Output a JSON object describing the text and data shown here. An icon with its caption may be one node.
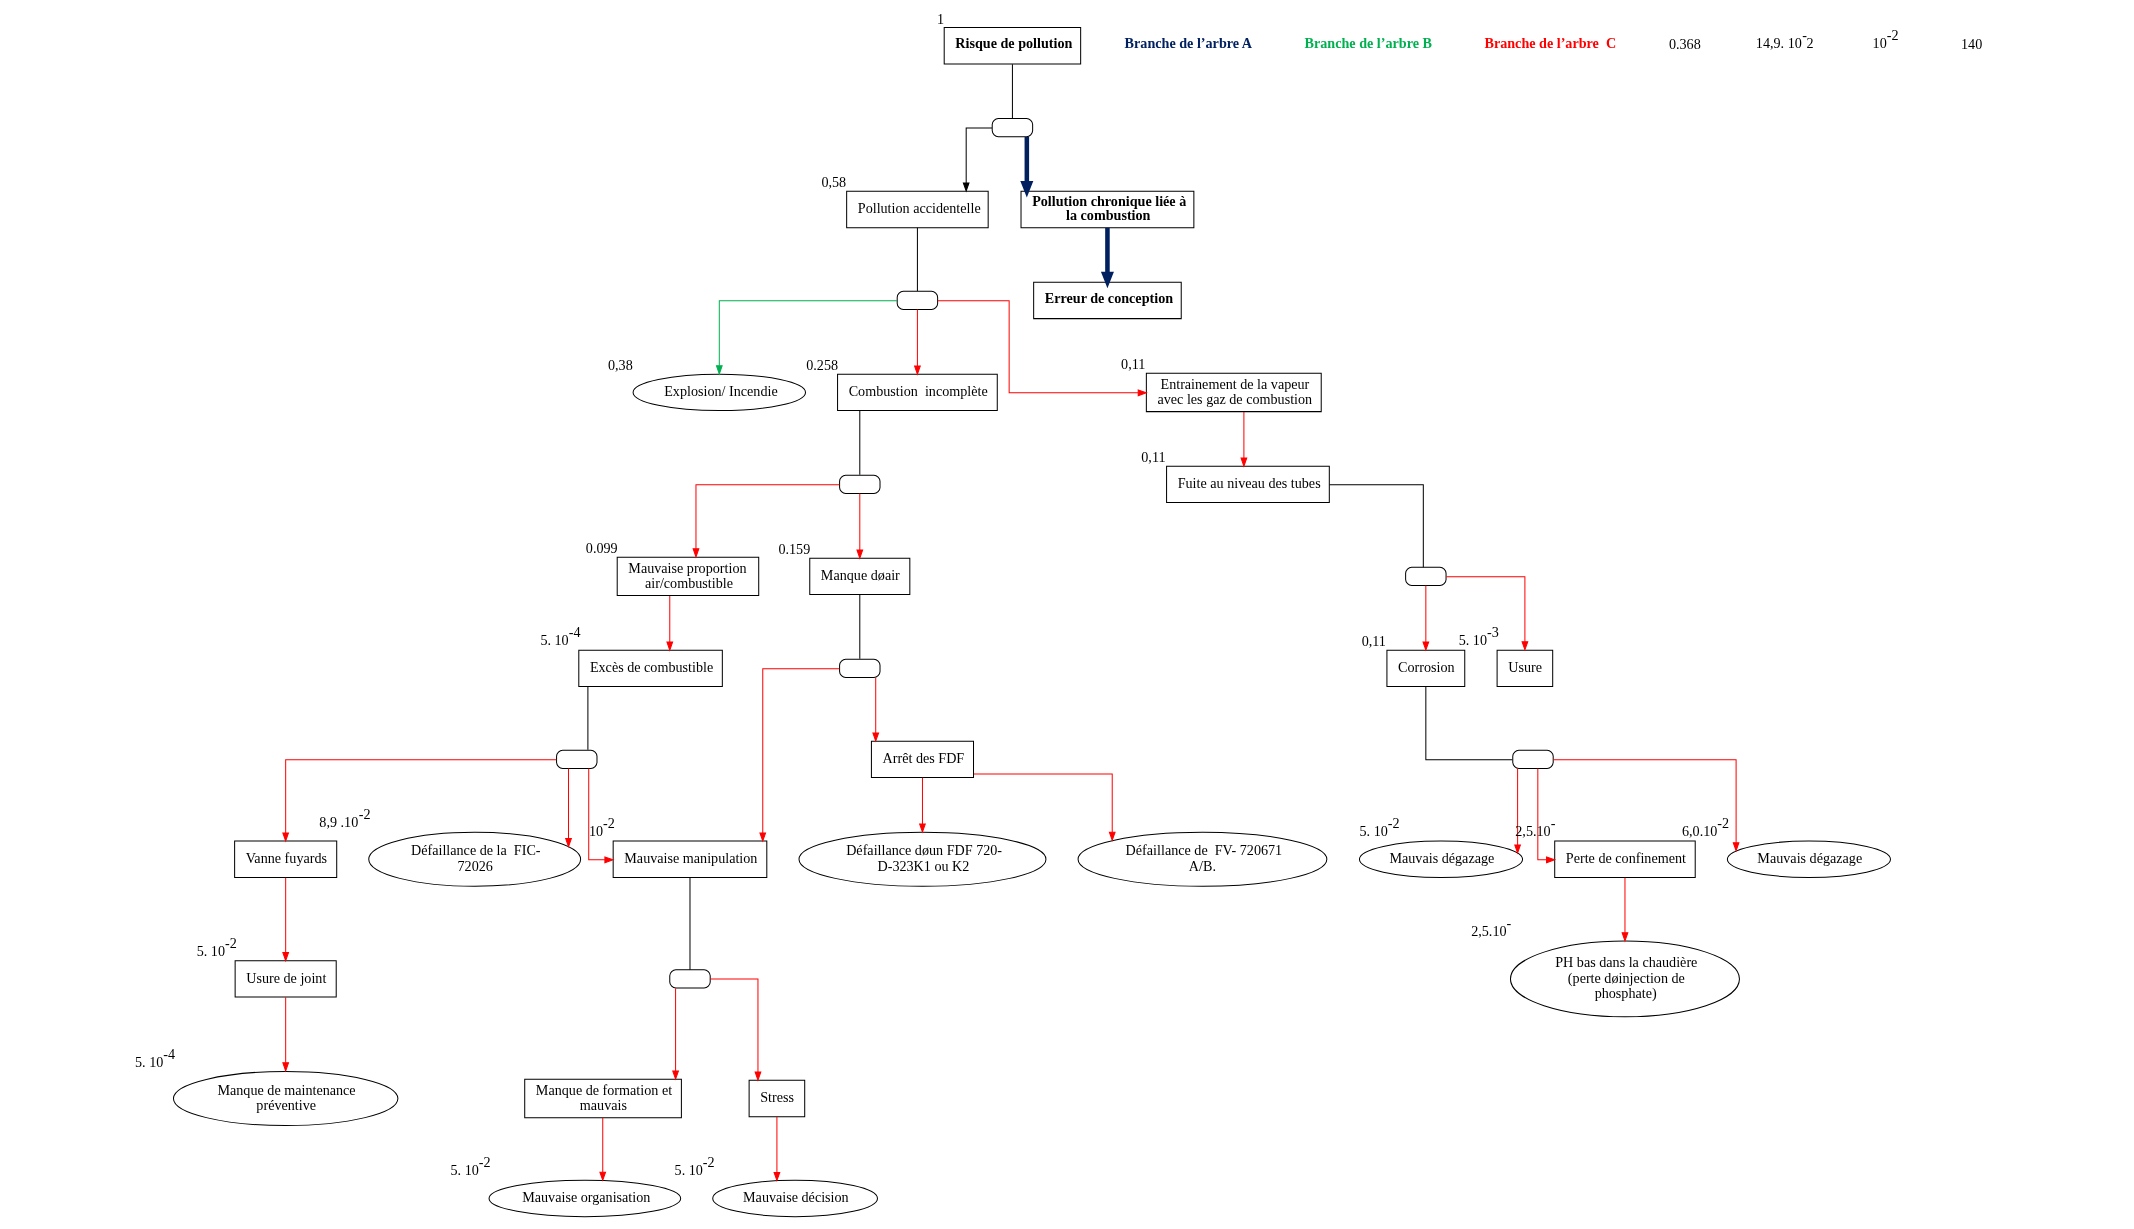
{
  "diagram": {
    "nodes": [
      {
        "text": [
          "Risque de pollution"
        ],
        "beside": [
          "1"
        ]
      },
      {
        "text": [],
        "shape": "gate"
      },
      {
        "text": [
          "Pollution accidentelle"
        ],
        "beside": [
          "0,58"
        ]
      },
      {
        "text": [
          "Pollution chronique liée à la combustion"
        ]
      },
      {
        "text": [
          "Erreur de conception"
        ]
      },
      {
        "text": [],
        "shape": "gate"
      },
      {
        "text": [
          "Explosion/ Incendie"
        ],
        "beside": [
          "0,38"
        ]
      },
      {
        "text": [
          "Combustion  incomplète"
        ],
        "beside": [
          "0.258"
        ]
      },
      {
        "text": [
          "Entrainement de la vapeur avec les gaz de combustion"
        ],
        "beside": [
          "0,11"
        ]
      },
      {
        "text": [],
        "shape": "gate"
      },
      {
        "text": [
          "Mauvaise proportion  air/combustible"
        ],
        "beside": [
          "0.099"
        ]
      },
      {
        "text": [
          "Manque døair"
        ],
        "beside": [
          "0.159"
        ]
      },
      {
        "text": [
          "Excès de combustible"
        ],
        "beside": [
          "5. 10$^{-4}$"
        ]
      },
      {
        "text": [],
        "shape": "gate"
      },
      {
        "text": [
          "Fuite au niveau des tubes"
        ],
        "beside": [
          "0,11"
        ]
      },
      {
        "text": [
          "Arrêt des FDF"
        ]
      },
      {
        "text": [],
        "shape": "gate"
      },
      {
        "text": [
          "Vanne fuyards"
        ]
      },
      {
        "text": [
          "Défaillance de la  FIC- 72026"
        ],
        "beside": [
          "8,9 .10$^{-2}$"
        ]
      },
      {
        "text": [
          "Mauvaise manipulation"
        ],
        "beside": [
          "10$^{-2}$"
        ]
      },
      {
        "text": [
          "Défaillance døun FDF 720- D-323K1 ou K2"
        ]
      },
      {
        "text": [
          "Défaillance de  FV- 720671 A/B."
        ]
      },
      {
        "text": [],
        "shape": "gate"
      },
      {
        "text": [
          "Corrosion"
        ],
        "beside": [
          "0,11"
        ]
      },
      {
        "text": [
          "Usure"
        ],
        "beside": [
          "5. 10$^{-3}$"
        ]
      },
      {
        "text": [
          "Usure de joint"
        ],
        "beside": [
          "5. 10$^{-2}$"
        ]
      },
      {
        "text": [],
        "shape": "gate"
      },
      {
        "text": [
          "Manque de formation et mauvais"
        ]
      },
      {
        "text": [
          "Stress"
        ]
      },
      {
        "text": [
          "Manque de maintenance préventive"
        ],
        "beside": [
          "5. 10$^{-4}$"
        ]
      },
      {
        "text": [
          "Mauvaise organisation"
        ],
        "beside": [
          "5. 10$^{-2}$"
        ]
      },
      {
        "text": [
          "Mauvaise décision"
        ],
        "beside": [
          "5. 10$^{-2}$"
        ]
      },
      {
        "text": [],
        "shape": "gate"
      },
      {
        "text": [
          "Mauvais dégazage"
        ],
        "beside": [
          "5. 10$^{-2}$"
        ]
      },
      {
        "text": [
          "Perte de confinement"
        ],
        "beside": [
          "2,5.10$^{-}$"
        ]
      },
      {
        "text": [
          "Mauvais dégazage"
        ],
        "beside": [
          "6,0.10$^{-2}$"
        ]
      },
      {
        "text": [
          "PH bas dans la chaudière (perte døinjection de phosphate)"
        ],
        "beside": [
          "2,5.10$^{-}$"
        ]
      }
    ],
    "edges": [
      {
        "from": 0,
        "to": 1,
        "arrow": "none",
        "color": "#000000"
      },
      {
        "from": 1,
        "to": 2,
        "arrow": "to",
        "color": "#000000"
      },
      {
        "from": 1,
        "to": 3,
        "arrow": "to",
        "style": "thick",
        "color": "#002060"
      },
      {
        "from": 3,
        "to": 4,
        "arrow": "to",
        "style": "thick",
        "color": "#002060"
      },
      {
        "from": 2,
        "to": 5,
        "arrow": "none",
        "color": "#000000"
      },
      {
        "from": 5,
        "to": 6,
        "arrow": "to",
        "color": "#00b050"
      },
      {
        "from": 5,
        "to": 7,
        "arrow": "to"
      },
      {
        "from": 5,
        "to": 8,
        "arrow": "to"
      },
      {
        "from": 7,
        "to": 9,
        "arrow": "none",
        "color": "#000000"
      },
      {
        "from": 9,
        "to": 10,
        "arrow": "to"
      },
      {
        "from": 9,
        "to": 11,
        "arrow": "to"
      },
      {
        "from": 10,
        "to": 12,
        "arrow": "to"
      },
      {
        "from": 11,
        "to": 13,
        "arrow": "none",
        "color": "#000000"
      },
      {
        "from": 13,
        "to": 19,
        "arrow": "to"
      },
      {
        "from": 13,
        "to": 15,
        "arrow": "to"
      },
      {
        "from": 8,
        "to": 14,
        "arrow": "to"
      },
      {
        "from": 12,
        "to": 16,
        "arrow": "none",
        "color": "#000000"
      },
      {
        "from": 16,
        "to": 17,
        "arrow": "to"
      },
      {
        "from": 16,
        "to": 18,
        "arrow": "to"
      },
      {
        "from": 16,
        "to": 19,
        "arrow": "to"
      },
      {
        "from": 15,
        "to": 20,
        "arrow": "to"
      },
      {
        "from": 15,
        "to": 21,
        "arrow": "to"
      },
      {
        "from": 14,
        "to": 22,
        "arrow": "none",
        "color": "#000000"
      },
      {
        "from": 22,
        "to": 23,
        "arrow": "to"
      },
      {
        "from": 22,
        "to": 24,
        "arrow": "to"
      },
      {
        "from": 17,
        "to": 25,
        "arrow": "to"
      },
      {
        "from": 25,
        "to": 29,
        "arrow": "to"
      },
      {
        "from": 19,
        "to": 26,
        "arrow": "none",
        "color": "#000000"
      },
      {
        "from": 26,
        "to": 27,
        "arrow": "to"
      },
      {
        "from": 26,
        "to": 28,
        "arrow": "to"
      },
      {
        "from": 27,
        "to": 30,
        "arrow": "to"
      },
      {
        "from": 28,
        "to": 31,
        "arrow": "to"
      },
      {
        "from": 23,
        "to": 32,
        "arrow": "none",
        "color": "#000000"
      },
      {
        "from": 32,
        "to": 33,
        "arrow": "to"
      },
      {
        "from": 32,
        "to": 34,
        "arrow": "to"
      },
      {
        "from": 32,
        "to": 35,
        "arrow": "to"
      },
      {
        "from": 34,
        "to": 36,
        "arrow": "to"
      }
    ],
    "labels": [
      "Branche de l’arbre A",
      "Branche de l’arbre B",
      "Branche de l’arbre  C",
      "0.368",
      "14,9. 10$^{-}$2",
      "10$^{-2}$",
      "140"
    ]
  }
}
